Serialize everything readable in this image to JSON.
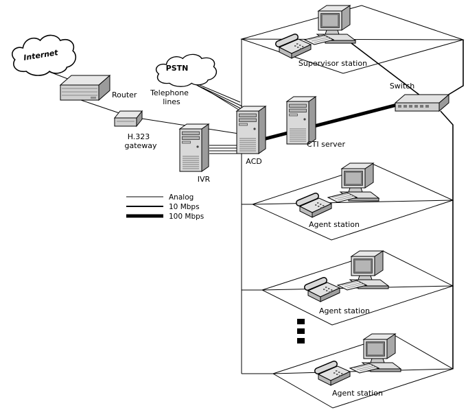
{
  "nodes": {
    "internet": {
      "label": "Internet"
    },
    "router": {
      "label": "Router"
    },
    "gateway": {
      "label_line1": "H.323",
      "label_line2": "gateway"
    },
    "pstn": {
      "label": "PSTN"
    },
    "telephone_lines": {
      "label_line1": "Telephone",
      "label_line2": "lines"
    },
    "ivr": {
      "label": "IVR"
    },
    "acd": {
      "label": "ACD"
    },
    "cti_server": {
      "label": "CTI server"
    },
    "switch": {
      "label": "Switch"
    },
    "supervisor_station": {
      "label": "Supervisor station"
    },
    "agent_station_1": {
      "label": "Agent station"
    },
    "agent_station_2": {
      "label": "Agent station"
    },
    "agent_station_3": {
      "label": "Agent station"
    }
  },
  "legend": {
    "items": [
      {
        "label": "Analog",
        "line_style": "thin"
      },
      {
        "label": "10 Mbps",
        "line_style": "medium"
      },
      {
        "label": "100 Mbps",
        "line_style": "thick"
      }
    ]
  },
  "colors": {
    "line": "#000000",
    "background": "#ffffff",
    "device_light": "#e8e8e8",
    "device_mid": "#cfcfcf",
    "device_dark": "#9b9b9b",
    "screen": "#777777"
  }
}
